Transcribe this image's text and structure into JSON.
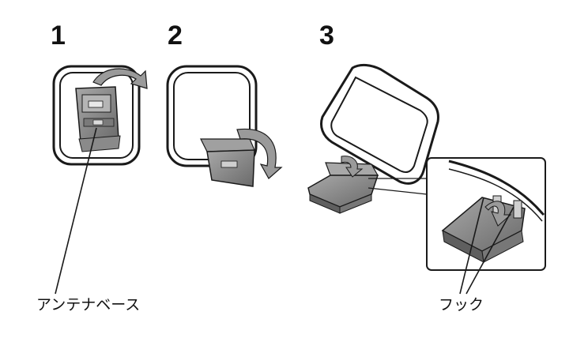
{
  "steps": [
    {
      "number": "1"
    },
    {
      "number": "2"
    },
    {
      "number": "3"
    }
  ],
  "labels": {
    "antenna_base": "アンテナベース",
    "hook": "フック"
  },
  "colors": {
    "line": "#1a1a1a",
    "base_fill": "#8c8c8c",
    "base_dark": "#5f5f5f",
    "arrow_fill": "#9a9a9a"
  }
}
